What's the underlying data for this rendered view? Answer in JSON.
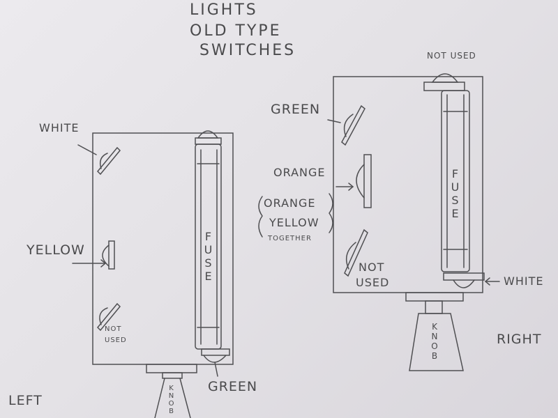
{
  "title": {
    "line1": "LIGHTS",
    "line2": "OLD TYPE",
    "line3": "SWITCHES"
  },
  "left_switch": {
    "side_label": "LEFT",
    "wire_white": "WHITE",
    "wire_yellow": "YELLOW",
    "not_used_1": "NOT",
    "not_used_2": "USED",
    "wire_green": "GREEN",
    "fuse_label": "FUSE",
    "knob_label": "KNOB"
  },
  "right_switch": {
    "side_label": "RIGHT",
    "not_used_top": "NOT USED",
    "wire_green": "GREEN",
    "wire_orange": "ORANGE",
    "together_1": "ORANGE",
    "together_2": "YELLOW",
    "together_3": "TOGETHER",
    "not_used_1": "NOT",
    "not_used_2": "USED",
    "wire_white": "WHITE",
    "fuse_label": "FUSE",
    "knob_label": "KNOB"
  },
  "colors": {
    "pencil": "#4a4a4c",
    "paper": "#e6e4e7"
  }
}
